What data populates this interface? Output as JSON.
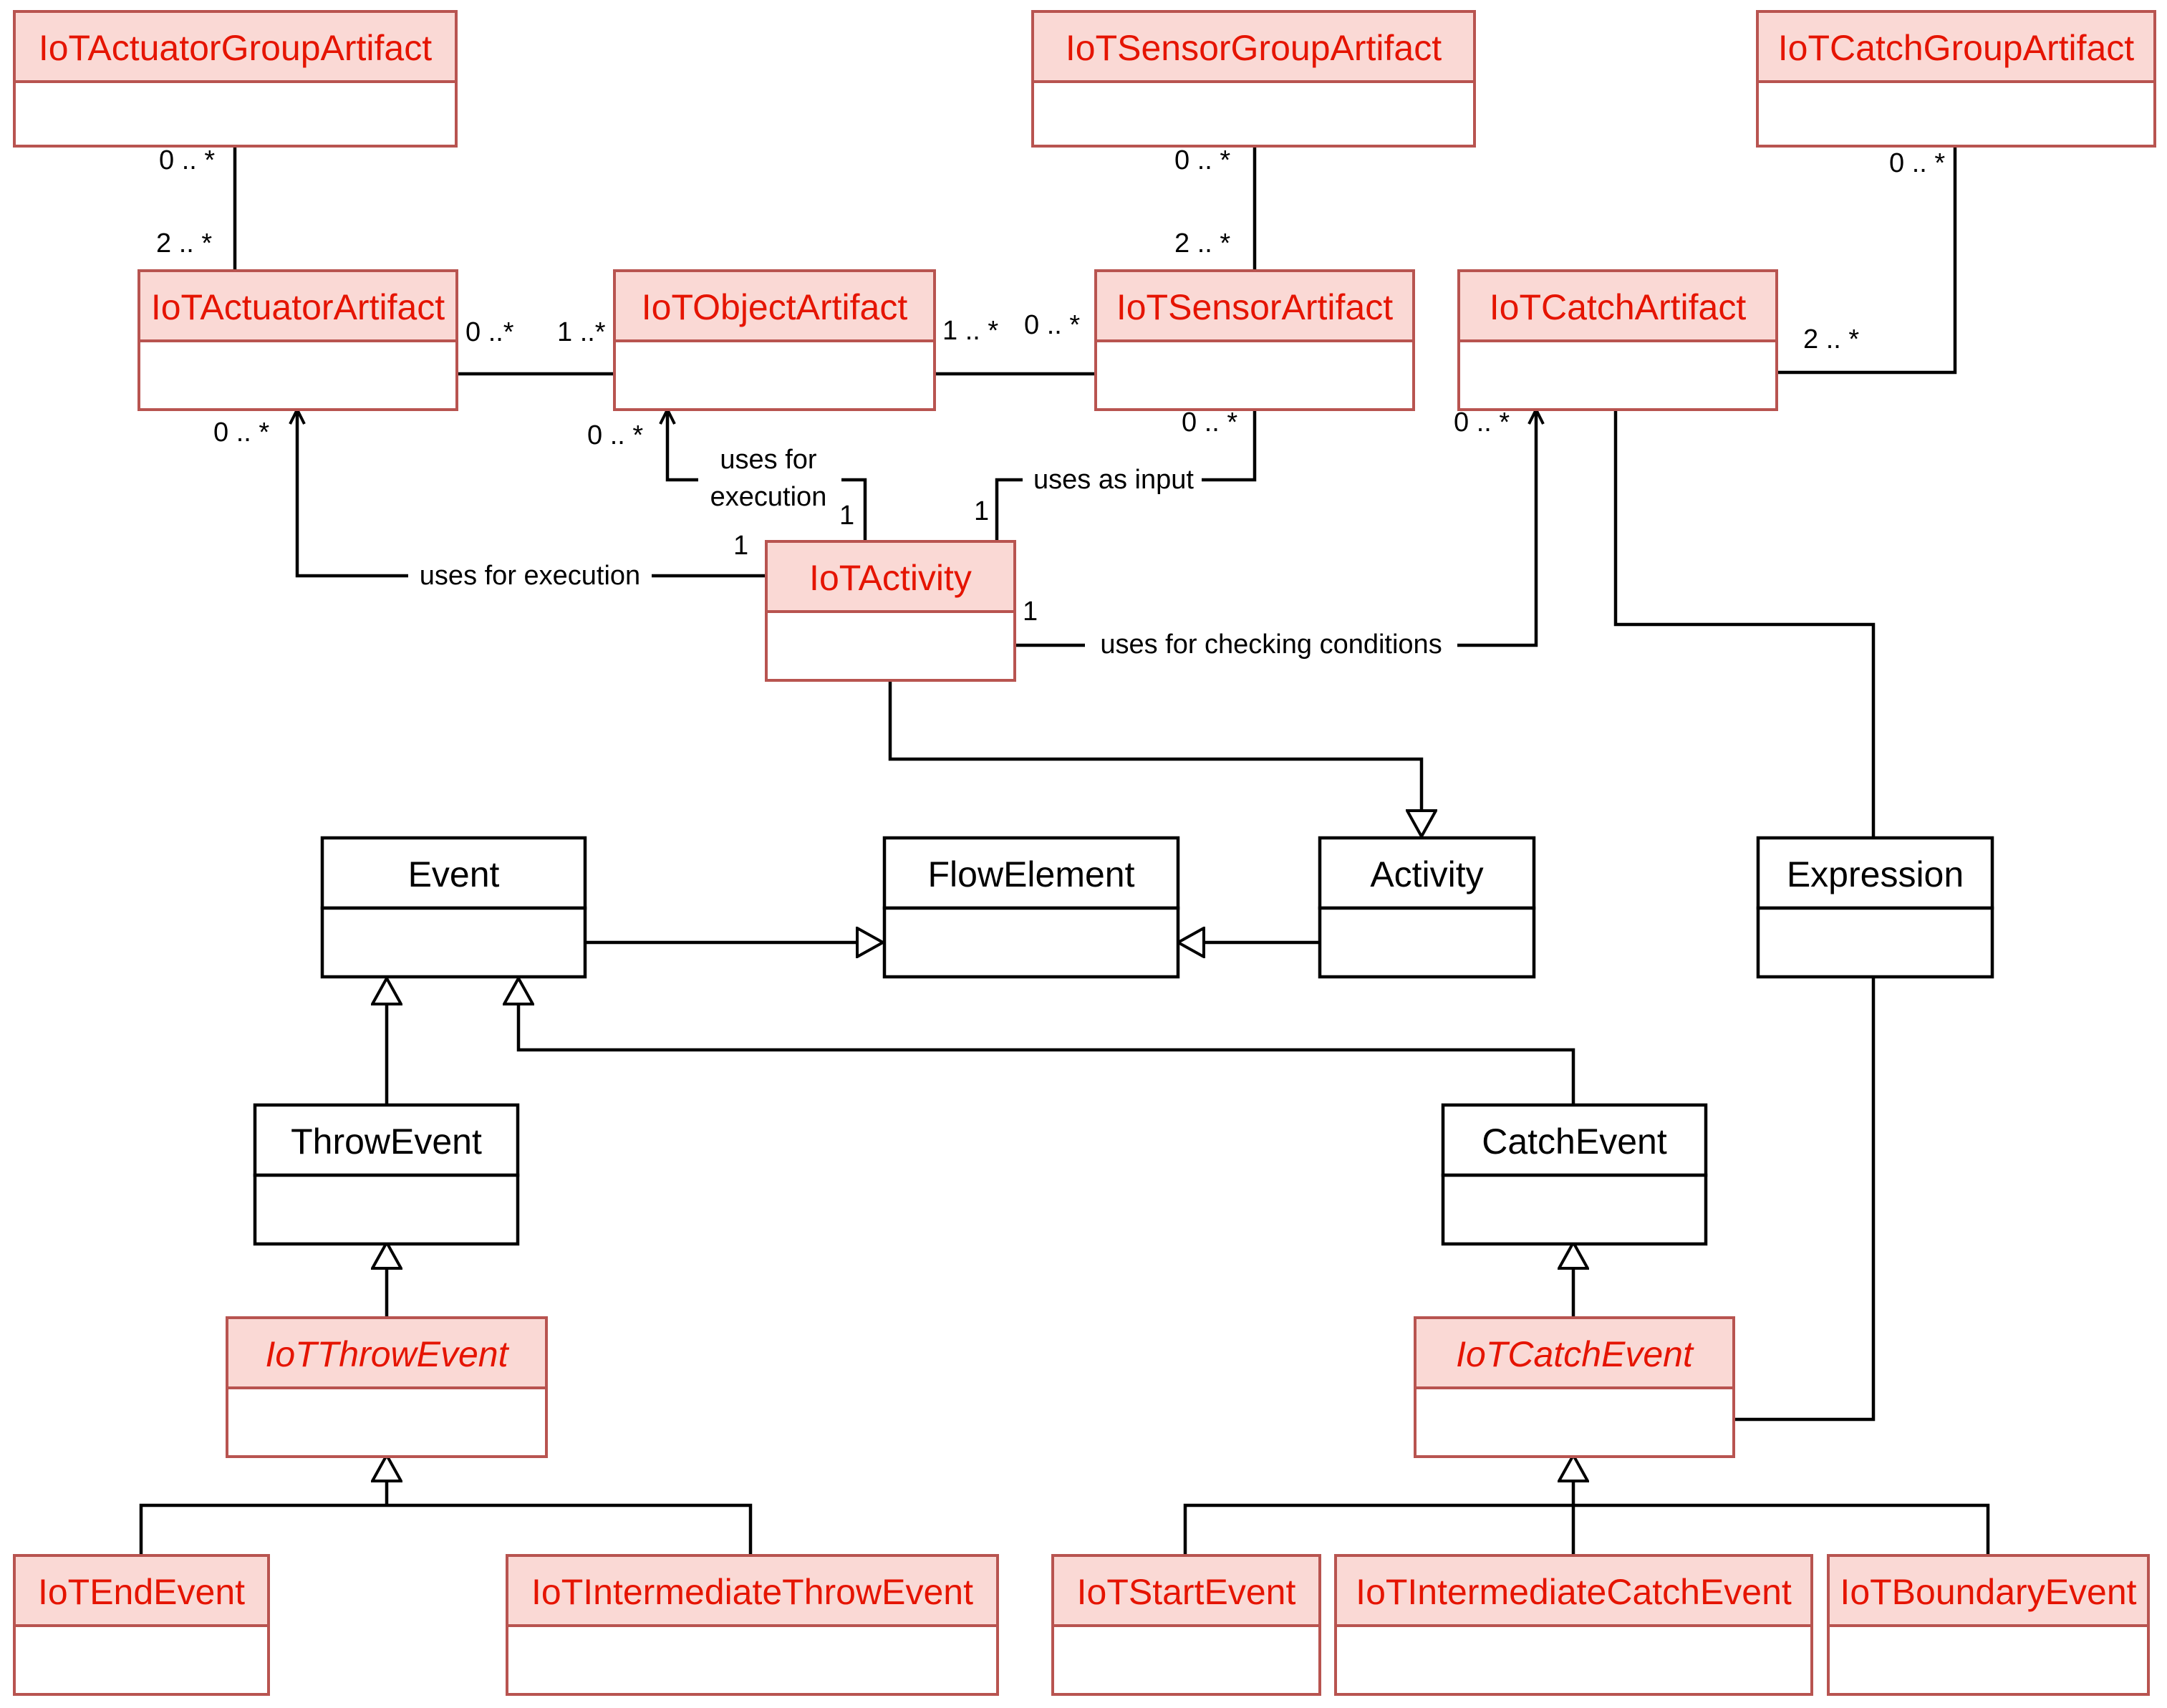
{
  "theme": {
    "iot_fill": "#fad9d5",
    "iot_stroke": "#b85450",
    "iot_text": "#e51400",
    "base_fill": "#ffffff",
    "base_stroke": "#000000",
    "base_text": "#000000"
  },
  "classes": {
    "actuator_group": {
      "name": "IoTActuatorGroupArtifact"
    },
    "sensor_group": {
      "name": "IoTSensorGroupArtifact"
    },
    "catch_group": {
      "name": "IoTCatchGroupArtifact"
    },
    "actuator": {
      "name": "IoTActuatorArtifact"
    },
    "object": {
      "name": "IoTObjectArtifact"
    },
    "sensor": {
      "name": "IoTSensorArtifact"
    },
    "catch_artifact": {
      "name": "IoTCatchArtifact"
    },
    "activity_iot": {
      "name": "IoTActivity"
    },
    "event": {
      "name": "Event"
    },
    "flow_element": {
      "name": "FlowElement"
    },
    "activity": {
      "name": "Activity"
    },
    "expression": {
      "name": "Expression"
    },
    "throw_event": {
      "name": "ThrowEvent"
    },
    "catch_event": {
      "name": "CatchEvent"
    },
    "iot_throw_event": {
      "name": "IoTThrowEvent"
    },
    "iot_catch_event": {
      "name": "IoTCatchEvent"
    },
    "iot_end_event": {
      "name": "IoTEndEvent"
    },
    "iot_intermediate_throw_event": {
      "name": "IoTIntermediateThrowEvent"
    },
    "iot_start_event": {
      "name": "IoTStartEvent"
    },
    "iot_intermediate_catch_event": {
      "name": "IoTIntermediateCatchEvent"
    },
    "iot_boundary_event": {
      "name": "IoTBoundaryEvent"
    }
  },
  "associations": {
    "uses_for_execution_actuator": "uses for execution",
    "uses_for_execution_object_line1": "uses for",
    "uses_for_execution_object_line2": "execution",
    "uses_as_input": "uses as input",
    "uses_for_checking_conditions": "uses for checking conditions"
  },
  "multiplicities": {
    "actuator_group_top": "0 .. *",
    "actuator_group_bottom": "2 .. *",
    "sensor_group_top": "0 .. *",
    "sensor_group_bottom": "2 .. *",
    "catch_group_top": "0 .. *",
    "catch_group_bottom": "2 .. *",
    "actuator_object_left": "0 ..*",
    "actuator_object_right": "1 ..*",
    "object_sensor_left": "1 .. *",
    "object_sensor_right": "0 .. *",
    "actuator_exec": "0 .. *",
    "object_exec": "0 .. *",
    "sensor_input": "0 .. *",
    "catch_check": "0 .. *",
    "activity_exec_actuator": "1",
    "activity_exec_object": "1",
    "activity_input": "1",
    "activity_check": "1"
  }
}
